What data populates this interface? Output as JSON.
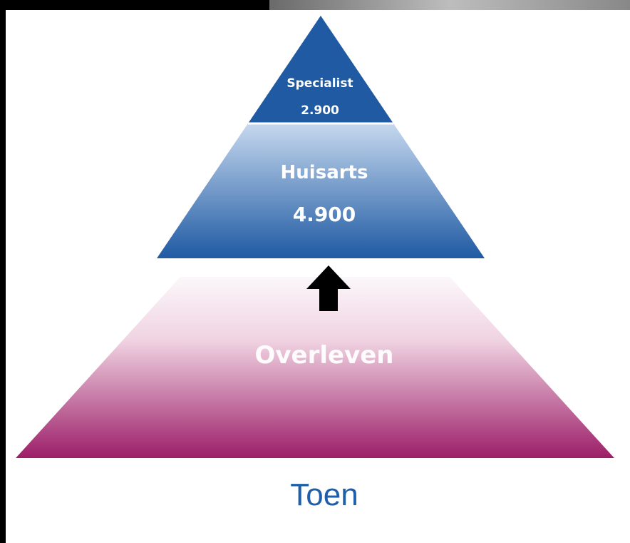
{
  "diagram": {
    "tiers": [
      {
        "label": "Specialist",
        "value": "2.900"
      },
      {
        "label": "Huisarts",
        "value": "4.900"
      },
      {
        "label": "Overleven"
      }
    ],
    "caption": "Toen"
  },
  "colors": {
    "blue_dark": "#1f5aa3",
    "blue_light": "#c6d8ee",
    "magenta_dark": "#9c1e68",
    "magenta_light": "#fbf7fa",
    "caption": "#1f5ea8",
    "arrow": "#000000",
    "slide_bg": "#ffffff",
    "frame": "#000000"
  }
}
